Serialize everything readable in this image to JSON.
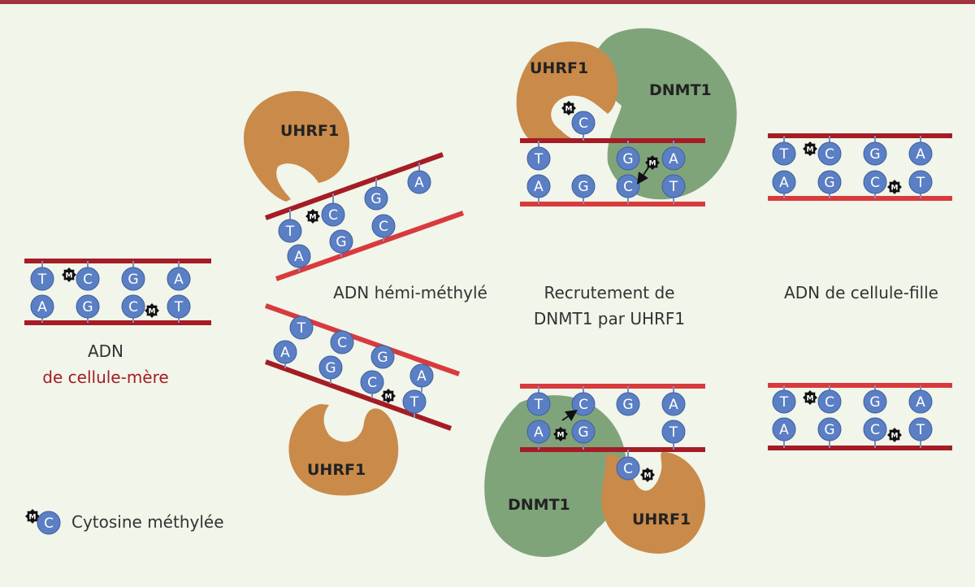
{
  "labels": {
    "mother_line1": "ADN",
    "mother_line2": "de cellule-mère",
    "hemi": "ADN hémi-méthylé",
    "recruit_line1": "Recrutement de",
    "recruit_line2": "DNMT1 par UHRF1",
    "daughter": "ADN de cellule-fille",
    "legend": "Cytosine méthylée"
  },
  "proteins": {
    "uhrf1": "UHRF1",
    "dnmt1": "DNMT1"
  },
  "methyl_mark": "M",
  "legend_base": "C",
  "bases": {
    "mother_top": [
      "T",
      "C",
      "G",
      "A"
    ],
    "mother_bottom": [
      "A",
      "G",
      "C",
      "T"
    ],
    "hemi_upper_top": [
      "T",
      "C",
      "G",
      "A"
    ],
    "hemi_upper_bottom": [
      "A",
      "G",
      "C"
    ],
    "hemi_lower_top": [
      "T",
      "C",
      "G"
    ],
    "hemi_lower_bottom": [
      "A",
      "G",
      "C",
      "A",
      "T"
    ],
    "recruit_top_top": [
      "T",
      "G",
      "A"
    ],
    "recruit_top_bottom": [
      "A",
      "G",
      "C",
      "T"
    ],
    "recruit_top_free": "C",
    "recruit_bottom_top": [
      "T",
      "C",
      "G",
      "A"
    ],
    "recruit_bottom_bottom": [
      "A",
      "G",
      "T"
    ],
    "recruit_bottom_free": "C",
    "daughter_top": [
      "T",
      "C",
      "G",
      "A"
    ],
    "daughter_bottom": [
      "A",
      "G",
      "C",
      "T"
    ]
  },
  "colors": {
    "background": "#f1f5ea",
    "strand_dark": "#a51c25",
    "strand_red": "#d93a3d",
    "base_fill": "#5b7fc4",
    "uhrf1": "#c98a4a",
    "dnmt1": "#80a47a",
    "methyl": "#111111",
    "top_rule": "#a0343a"
  }
}
